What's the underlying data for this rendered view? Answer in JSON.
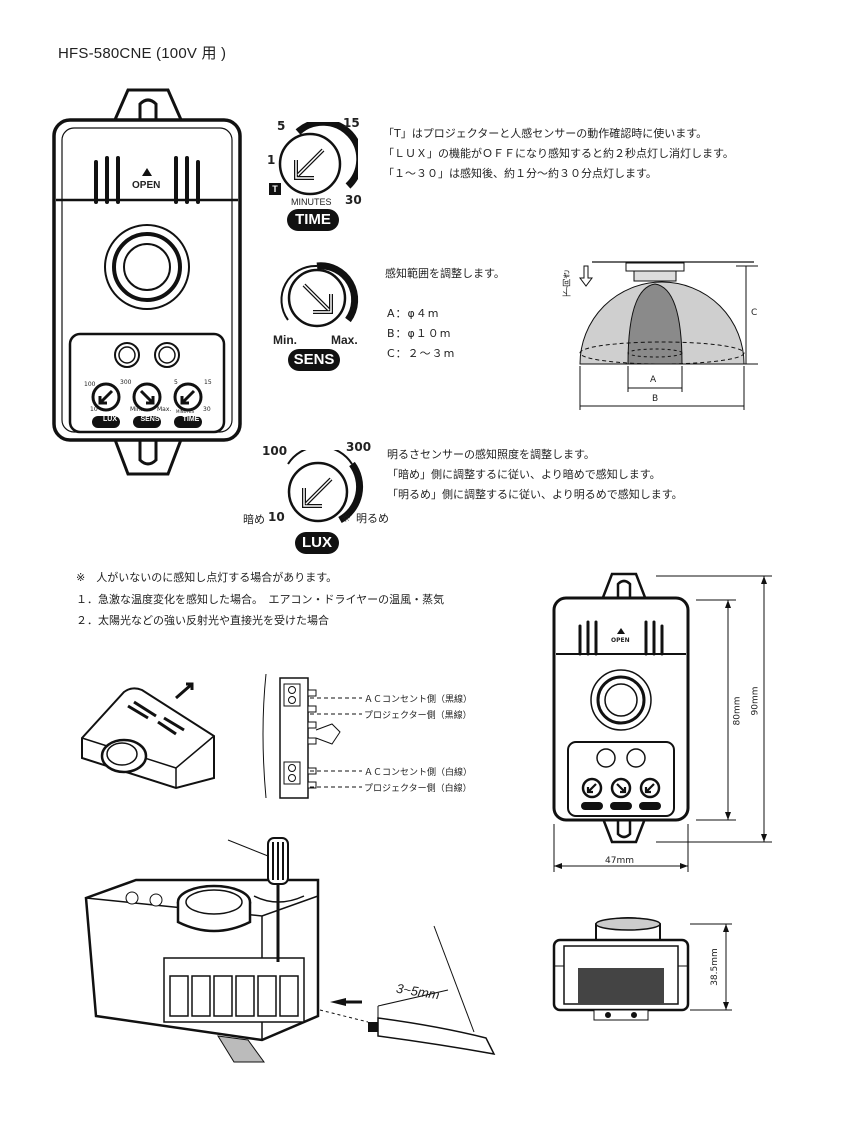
{
  "title": "HFS-580CNE (100V 用 )",
  "device": {
    "open_label": "OPEN",
    "lux_label": "LUX",
    "sens_label": "SENS",
    "time_label": "TIME",
    "minutes_label": "MINUTES",
    "lux_marks": [
      "100",
      "300",
      "10"
    ],
    "sens_marks": [
      "Min.",
      "Max."
    ],
    "time_marks": [
      "5",
      "15",
      "1",
      "30"
    ]
  },
  "time_dial": {
    "marks": [
      "5",
      "15",
      "1",
      "30"
    ],
    "t_mark": "T",
    "minutes_label": "MINUTES",
    "name": "TIME",
    "lines": [
      "「T」はプロジェクターと人感センサーの動作確認時に使います。",
      "「ＬＵＸ」の機能がＯＦＦになり感知すると約２秒点灯し消灯します。",
      "「１〜３０」は感知後、約１分〜約３０分点灯します。"
    ]
  },
  "sens_dial": {
    "min": "Min.",
    "max": "Max.",
    "name": "SENS",
    "heading": "感知範囲を調整します。",
    "ranges": [
      "A：φ４m",
      "B：φ１０m",
      "C：２〜３m"
    ]
  },
  "range_diagram": {
    "down_label": "下向き",
    "label_a": "A",
    "label_b": "B",
    "label_c": "C"
  },
  "lux_dial": {
    "marks": [
      "100",
      "300",
      "10"
    ],
    "dark": "暗め",
    "bright": "明るめ",
    "name": "LUX",
    "lines": [
      "明るさセンサーの感知照度を調整します。",
      "「暗め」側に調整するに従い、より暗めで感知します。",
      "「明るめ」側に調整するに従い、より明るめで感知します。"
    ]
  },
  "notes": [
    "※　人がいないのに感知し点灯する場合があります。",
    "１．急激な温度変化を感知した場合。　エアコン・ドライヤーの温風・蒸気",
    "２．太陽光などの強い反射光や直接光を受けた場合"
  ],
  "wiring": {
    "labels": [
      "ＡＣコンセント側（黒線）",
      "プロジェクター側（黒線）",
      "ＡＣコンセント側（白線）",
      "プロジェクター側（白線）"
    ],
    "strip": "3~5mm"
  },
  "dimensions": {
    "height_inner": "80mm",
    "height_outer": "90mm",
    "width": "47mm",
    "depth": "38.5mm"
  }
}
